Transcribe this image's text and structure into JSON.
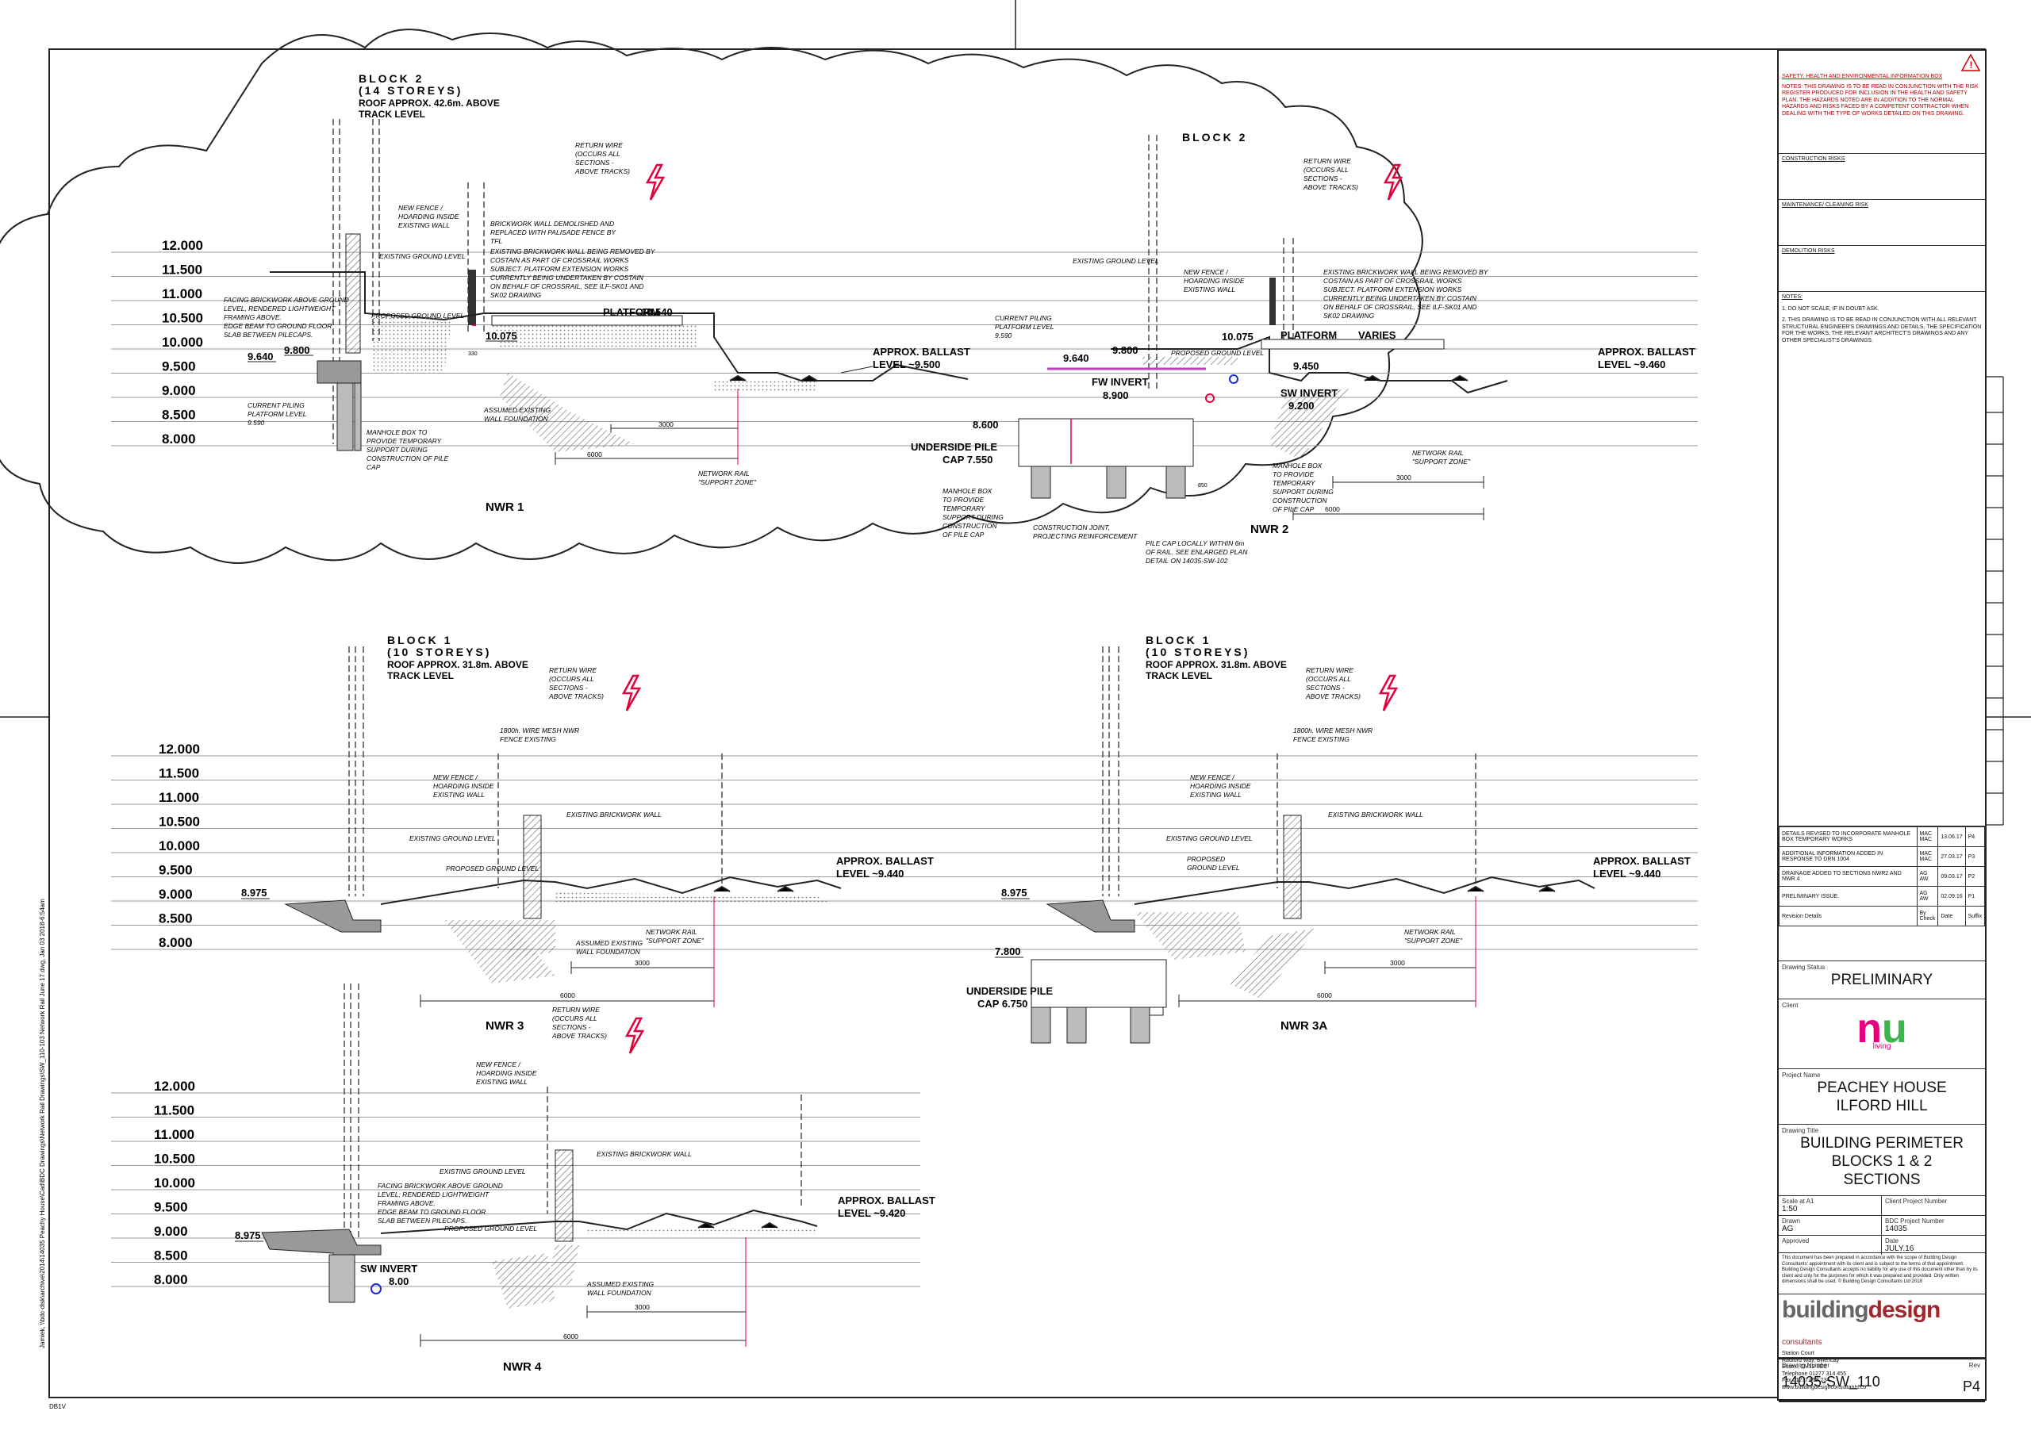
{
  "sections": {
    "nwr1": {
      "block_title": [
        "BLOCK 2",
        "(14 STOREYS)",
        "ROOF APPROX. 42.6m. ABOVE",
        "TRACK LEVEL"
      ],
      "label": "NWR 1",
      "return_wire": [
        "RETURN WIRE",
        "(OCCURS ALL",
        "SECTIONS -",
        "ABOVE TRACKS)"
      ],
      "new_fence": [
        "NEW FENCE /",
        "HOARDING INSIDE",
        "EXISTING WALL"
      ],
      "brickwork_demolished": [
        "BRICKWORK WALL DEMOLISHED AND",
        "REPLACED WITH PALISADE FENCE BY",
        "TFL"
      ],
      "existing_ground": "EXISTING GROUND LEVEL",
      "being_removed": [
        "EXISTING BRICKWORK WALL BEING REMOVED BY",
        "COSTAIN AS PART OF CROSSRAIL WORKS",
        "SUBJECT. PLATFORM EXTENSION WORKS",
        "CURRENTLY BEING UNDERTAKEN BY COSTAIN",
        "ON BEHALF OF CROSSRAIL, SEE ILF-SK01 AND",
        "SK02 DRAWING"
      ],
      "facing": [
        "FACING BRICKWORK ABOVE GROUND",
        "LEVEL, RENDERED LIGHTWEIGHT",
        "FRAMING ABOVE.",
        "EDGE BEAM TO GROUND FLOOR",
        "SLAB BETWEEN PILECAPS."
      ],
      "proposed_ground": "PROPOSED GROUND LEVEL",
      "platform": "PLATFORM",
      "platform_level": "10.540",
      "wall_top": "10.075",
      "lv1": "9.640",
      "lv2": "9.800",
      "ballast": [
        "APPROX. BALLAST",
        "LEVEL ~9.500"
      ],
      "piling": [
        "CURRENT PILING",
        "PLATFORM LEVEL",
        "9.590"
      ],
      "assumed_wall": [
        "ASSUMED EXISTING",
        "WALL FOUNDATION"
      ],
      "manhole": [
        "MANHOLE BOX TO",
        "PROVIDE TEMPORARY",
        "SUPPORT DURING",
        "CONSTRUCTION OF PILE",
        "CAP"
      ],
      "network_rail": [
        "NETWORK RAIL",
        "\"SUPPORT ZONE\""
      ],
      "dim1": "3000",
      "dim2": "6000",
      "dim3": "330"
    },
    "nwr2": {
      "block_title": "BLOCK 2",
      "label": "NWR 2",
      "return_wire": [
        "RETURN WIRE",
        "(OCCURS ALL",
        "SECTIONS -",
        "ABOVE TRACKS)"
      ],
      "existing_ground": "EXISTING GROUND LEVEL",
      "new_fence": [
        "NEW FENCE /",
        "HOARDING INSIDE",
        "EXISTING WALL"
      ],
      "being_removed": [
        "EXISTING BRICKWORK WALL BEING REMOVED BY",
        "COSTAIN AS PART OF CROSSRAIL WORKS",
        "SUBJECT. PLATFORM EXTENSION WORKS",
        "CURRENTLY BEING UNDERTAKEN BY COSTAIN",
        "ON BEHALF OF CROSSRAIL, SEE ILF-SK01 AND",
        "SK02 DRAWING"
      ],
      "piling": [
        "CURRENT PILING",
        "PLATFORM LEVEL",
        "9.590"
      ],
      "wall_top": "10.075",
      "platform": "PLATFORM",
      "platform_level": "VARIES",
      "ballast": [
        "APPROX. BALLAST",
        "LEVEL ~9.460"
      ],
      "lv1": "9.640",
      "lv2": "9.800",
      "proposed_ground": "PROPOSED GROUND LEVEL",
      "fw_invert": "FW INVERT",
      "fw_level": "8.900",
      "sw_invert": "SW INVERT",
      "sw_level": "9.200",
      "lv_9450": "9.450",
      "lv_8600": "8.600",
      "underside": [
        "UNDERSIDE PILE",
        "CAP 7.550"
      ],
      "manhole_left": [
        "MANHOLE BOX",
        "TO PROVIDE",
        "TEMPORARY",
        "SUPPORT DURING",
        "CONSTRUCTION",
        "OF PILE CAP"
      ],
      "construction_joint": [
        "CONSTRUCTION JOINT,",
        "PROJECTING REINFORCEMENT"
      ],
      "pile_cap_note": [
        "PILE CAP LOCALLY WITHIN 6m",
        "OF RAIL. SEE ENLARGED PLAN",
        "DETAIL ON 14035-SW-102"
      ],
      "manhole_right": [
        "MANHOLE BOX",
        "TO PROVIDE",
        "TEMPORARY",
        "SUPPORT DURING",
        "CONSTRUCTION",
        "OF PILE CAP"
      ],
      "network_rail": [
        "NETWORK RAIL",
        "\"SUPPORT ZONE\""
      ],
      "dim1": "3000",
      "dim2": "6000",
      "dim3": "850"
    },
    "nwr3": {
      "block_title": [
        "BLOCK 1",
        "(10 STOREYS)",
        "ROOF APPROX. 31.8m. ABOVE",
        "TRACK LEVEL"
      ],
      "label": "NWR 3",
      "return_wire": [
        "RETURN WIRE",
        "(OCCURS ALL",
        "SECTIONS -",
        "ABOVE TRACKS)"
      ],
      "mesh_fence": [
        "1800h. WIRE MESH NWR",
        "FENCE EXISTING"
      ],
      "new_fence": [
        "NEW FENCE /",
        "HOARDING INSIDE",
        "EXISTING WALL"
      ],
      "existing_brick": "EXISTING BRICKWORK WALL",
      "existing_ground": "EXISTING GROUND LEVEL",
      "proposed_ground": "PROPOSED GROUND LEVEL",
      "ballast": [
        "APPROX. BALLAST",
        "LEVEL ~9.440"
      ],
      "lv": "8.975",
      "assumed_wall": [
        "ASSUMED EXISTING",
        "WALL FOUNDATION"
      ],
      "network_rail": [
        "NETWORK RAIL",
        "\"SUPPORT ZONE\""
      ],
      "dim1": "3000",
      "dim2": "6000"
    },
    "nwr3a": {
      "block_title": [
        "BLOCK 1",
        "(10 STOREYS)",
        "ROOF APPROX. 31.8m. ABOVE",
        "TRACK LEVEL"
      ],
      "label": "NWR 3A",
      "return_wire": [
        "RETURN WIRE",
        "(OCCURS ALL",
        "SECTIONS -",
        "ABOVE TRACKS)"
      ],
      "mesh_fence": [
        "1800h. WIRE MESH NWR",
        "FENCE EXISTING"
      ],
      "new_fence": [
        "NEW FENCE /",
        "HOARDING INSIDE",
        "EXISTING WALL"
      ],
      "existing_brick": "EXISTING BRICKWORK WALL",
      "existing_ground": "EXISTING GROUND LEVEL",
      "proposed_ground": [
        "PROPOSED",
        "GROUND LEVEL"
      ],
      "ballast": [
        "APPROX. BALLAST",
        "LEVEL ~9.440"
      ],
      "lv": "8.975",
      "lv_7800": "7.800",
      "underside": [
        "UNDERSIDE PILE",
        "CAP 6.750"
      ],
      "network_rail": [
        "NETWORK RAIL",
        "\"SUPPORT ZONE\""
      ],
      "dim1": "3000",
      "dim2": "6000"
    },
    "nwr4": {
      "label": "NWR 4",
      "return_wire": [
        "RETURN WIRE",
        "(OCCURS ALL",
        "SECTIONS -",
        "ABOVE TRACKS)"
      ],
      "new_fence": [
        "NEW FENCE /",
        "HOARDING INSIDE",
        "EXISTING WALL"
      ],
      "existing_brick": "EXISTING BRICKWORK WALL",
      "existing_ground": "EXISTING GROUND LEVEL",
      "facing": [
        "FACING BRICKWORK ABOVE GROUND",
        "LEVEL; RENDERED LIGHTWEIGHT",
        "FRAMING ABOVE.",
        "EDGE BEAM TO GROUND FLOOR",
        "SLAB BETWEEN PILECAPS."
      ],
      "proposed_ground": "PROPOSED GROUND LEVEL",
      "ballast": [
        "APPROX. BALLAST",
        "LEVEL ~9.420"
      ],
      "lv": "8.975",
      "sw_invert": "SW INVERT",
      "sw_level": "8.00",
      "assumed_wall": [
        "ASSUMED EXISTING",
        "WALL FOUNDATION"
      ],
      "dim1": "3000",
      "dim2": "6000"
    }
  },
  "levels": [
    "12.000",
    "11.500",
    "11.000",
    "10.500",
    "10.000",
    "9.500",
    "9.000",
    "8.500",
    "8.000"
  ],
  "side_text": "Jamiek, \\\\bdc-disk\\archive\\2014\\14035 Peachy House\\Cad\\BDC Drawings\\Network Rail Drawings\\SW_110-103 Network Rail June 17.dwg, Jan 03 2018-6:54am",
  "corner_code": "DB1V",
  "title_block": {
    "safety_title": "SAFETY, HEALTH AND ENVIRONMENTAL INFORMATION BOX",
    "safety_note": "NOTES: THIS DRAWING IS TO BE READ IN CONJUNCTION WITH THE RISK REGISTER PRODUCED FOR INCLUSION IN THE HEALTH AND SAFETY PLAN. THE HAZARDS NOTED ARE IN ADDITION TO THE NORMAL HAZARDS AND RISKS FACED BY A COMPETENT CONTRACTOR WHEN DEALING WITH THE TYPE OF WORKS DETAILED ON THIS DRAWING.",
    "construction_risks": "CONSTRUCTION RISKS",
    "maintenance_risk": "MAINTENANCE/ CLEANING RISK",
    "demolition_risks": "DEMOLITION RISKS",
    "notes_title": "NOTES:",
    "notes": [
      "1.  DO NOT SCALE, IF IN DOUBT ASK.",
      "2.  THIS DRAWING IS TO BE READ IN CONJUNCTION WITH ALL RELEVANT STRUCTURAL ENGINEER'S DRAWINGS AND DETAILS, THE SPECIFICATION FOR THE WORKS, THE RELEVANT ARCHITECT'S DRAWINGS AND ANY OTHER SPECIALIST'S DRAWINGS."
    ],
    "revisions": [
      {
        "text": "DETAILS REVISED TO INCORPORATE MANHOLE BOX TEMPORARY WORKS",
        "by": "MAC",
        "chk": "MAC",
        "date": "13.06.17",
        "rev": "P4"
      },
      {
        "text": "ADDITIONAL INFORMATION ADDED IN RESPONSE TO DRN 1004",
        "by": "MAC",
        "chk": "MAC",
        "date": "27.03.17",
        "rev": "P3"
      },
      {
        "text": "DRAINAGE ADDED TO SECTIONS NWR2 AND NWR 4",
        "by": "AG",
        "chk": "AW",
        "date": "09.03.17",
        "rev": "P2"
      },
      {
        "text": "PRELIMINARY ISSUE.",
        "by": "AG",
        "chk": "AW",
        "date": "02.09.16",
        "rev": "P1"
      }
    ],
    "rev_header": {
      "details": "Revision Details",
      "by": "By",
      "check": "Check",
      "date": "Date",
      "suffix": "Suffix"
    },
    "status_label": "Drawing Status",
    "status": "PRELIMINARY",
    "client_label": "Client",
    "client_logo_n": "n",
    "client_logo_u": "u",
    "client_logo_sub": "living",
    "project_label": "Project Name",
    "project": [
      "PEACHEY HOUSE",
      "ILFORD HILL"
    ],
    "title_label": "Drawing Title",
    "title": [
      "BUILDING PERIMETER",
      "BLOCKS 1 & 2",
      "SECTIONS"
    ],
    "scale_label": "Scale at A1",
    "scale": "1:50",
    "client_proj_label": "Client Project Number",
    "drawn_label": "Drawn",
    "drawn": "AG",
    "bdc_proj_label": "BDC Project Number",
    "bdc_proj": "14035",
    "approved_label": "Approved",
    "date_label": "Date",
    "date": "JULY.16",
    "copyright": "This document has been prepared in accordance with the scope of Building Design Consultants' appointment with its client and is subject to the terms of that appointment. Building Design Consultants accepts no liability for any use of this document other than by its client and only for the purposes for which it was prepared and provided. Only written dimensions shall be used. © Building Design Consultants Ltd 2018",
    "company_1": "building",
    "company_2": "design",
    "company_3": "consultants",
    "address": [
      "Station Court",
      "Radford Way, Billericay",
      "Essex, CM12 0DZ",
      "Telephone 01277 314 455",
      "Fax         01277 658 234",
      "www.buildingdesignconsultants.co"
    ],
    "drawing_number_label": "Drawing Number",
    "drawing_number": "14035-SW_110",
    "rev_label": "Rev",
    "rev": "P4"
  }
}
